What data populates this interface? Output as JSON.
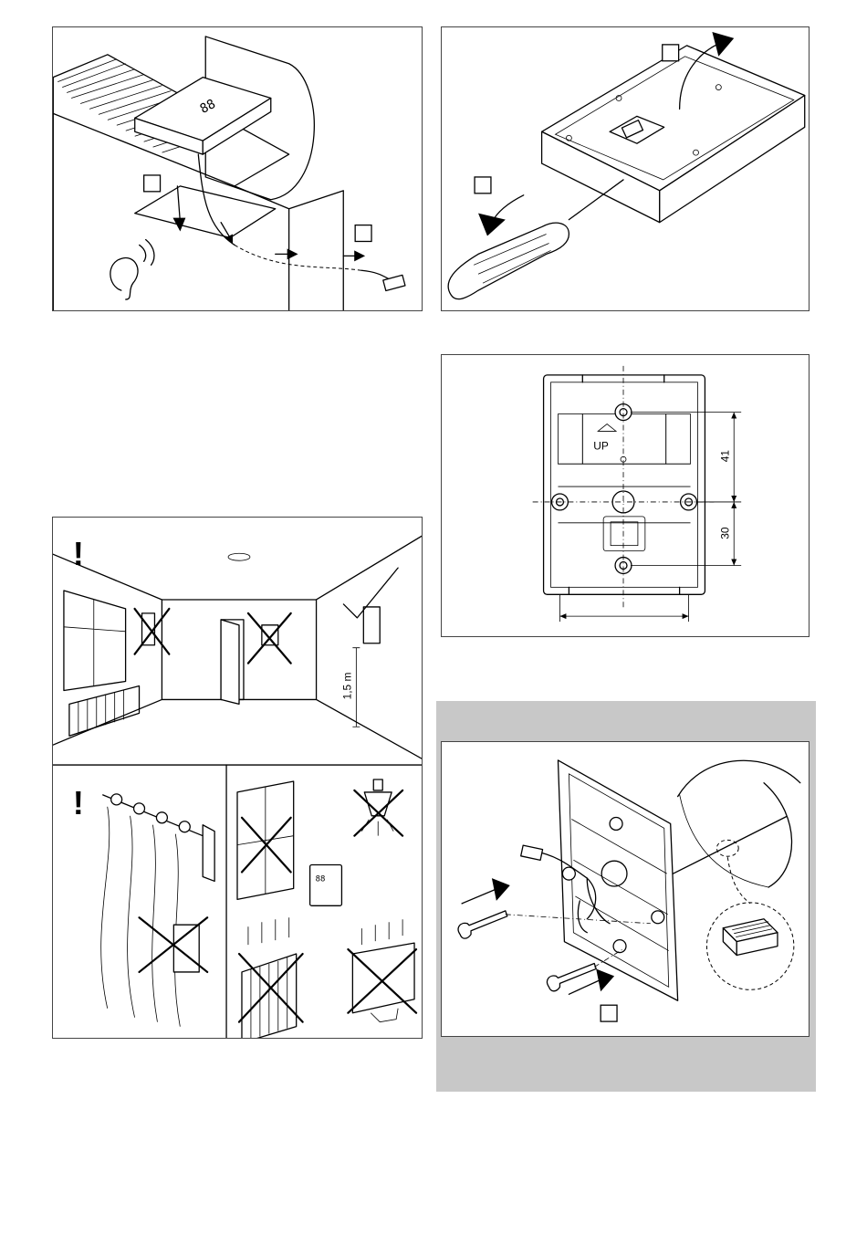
{
  "dimensions": {
    "upper": "41",
    "lower": "30"
  },
  "mounting_plate": {
    "up_label": "UP"
  },
  "installation": {
    "height_label": "1,5 m"
  },
  "warnings": {
    "symbol": "!"
  }
}
